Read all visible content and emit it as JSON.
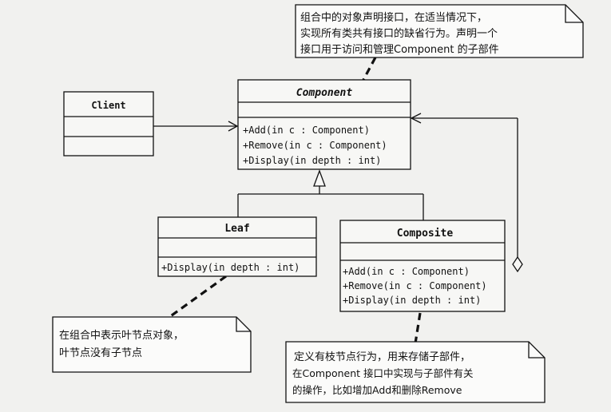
{
  "diagram": {
    "classes": {
      "client": {
        "name": "Client",
        "operations": []
      },
      "component": {
        "name": "Component",
        "abstract": true,
        "operations": [
          "+Add(in c : Component)",
          "+Remove(in c : Component)",
          "+Display(in depth  : int)"
        ]
      },
      "leaf": {
        "name": "Leaf",
        "operations": [
          "+Display(in depth  : int)"
        ]
      },
      "composite": {
        "name": "Composite",
        "operations": [
          "+Add(in c  : Component)",
          "+Remove(in c  : Component)",
          "+Display(in depth  : int)"
        ]
      }
    },
    "notes": {
      "component_note": [
        "组合中的对象声明接口，在适当情况下，",
        "实现所有类共有接口的缺省行为。声明一个",
        "接口用于访问和管理Component 的子部件"
      ],
      "leaf_note": [
        "在组合中表示叶节点对象，",
        "叶节点没有子节点"
      ],
      "composite_note": [
        "定义有枝节点行为，用来存储子部件，",
        "在Component 接口中实现与子部件有关",
        "的操作，比如增加Add和删除Remove"
      ]
    },
    "colors": {
      "line": "#111111",
      "box_fill": "#f7f7f5",
      "note_fill": "#fbfbfa",
      "background": "#f1f1ef"
    }
  }
}
